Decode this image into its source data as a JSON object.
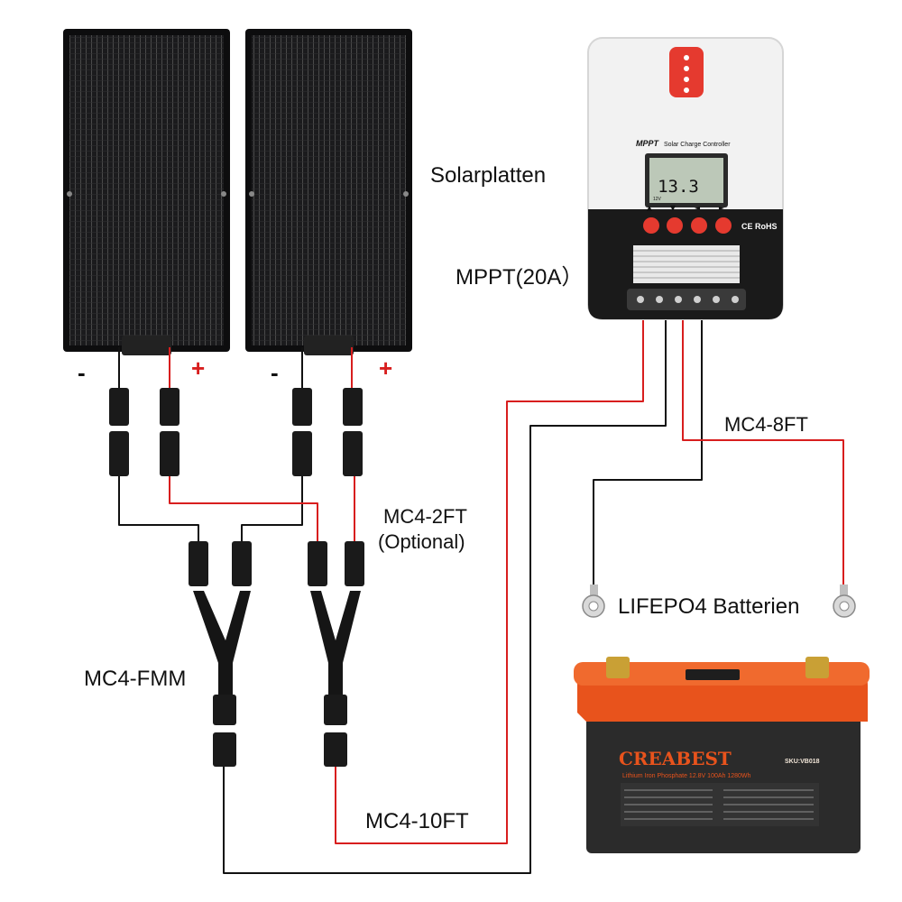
{
  "labels": {
    "solar_panels": "Solarplatten",
    "controller": "MPPT(20A）",
    "cable_8ft": "MC4-8FT",
    "cable_2ft": "MC4-2FT",
    "optional": "(Optional)",
    "battery": "LIFEPO4 Batterien",
    "branch": "MC4-FMM",
    "cable_10ft": "MC4-10FT"
  },
  "polarity": {
    "minus": "-",
    "plus": "+"
  },
  "controller_face": {
    "brand": "MPPT",
    "title": "Solar Charge Controller",
    "lcd_value": "13.3",
    "lcd_unit": "12V",
    "marks": "CE RoHS",
    "arrows": [
      "▲",
      "▼",
      "◄",
      "►"
    ]
  },
  "battery_face": {
    "brand": "CREABEST",
    "sku": "SKU:VB018",
    "subtitle": "Lithium Iron Phosphate 12.8V 100Ah 1280Wh"
  },
  "colors": {
    "red_wire": "#d81e1e",
    "black_wire": "#111111",
    "panel": "#1c1c1e",
    "battery_top": "#e8531c",
    "battery_body": "#2a2a2a",
    "controller_accent": "#e53a2f"
  }
}
